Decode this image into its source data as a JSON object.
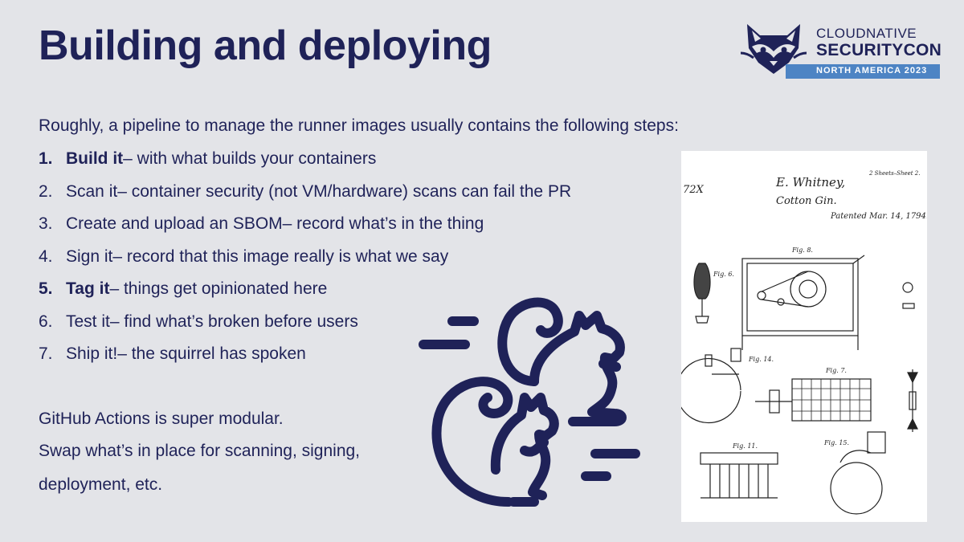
{
  "slide": {
    "title": "Building and deploying",
    "intro": "Roughly, a pipeline to manage the runner images usually contains the following steps:",
    "steps": [
      {
        "num": "1.",
        "name": "Build it",
        "rest": " – with what builds your containers"
      },
      {
        "num": "2.",
        "name": "Scan it",
        "rest": " – container security (not VM/hardware) scans can fail the PR"
      },
      {
        "num": "3.",
        "name": "Create and upload an SBOM",
        "rest": " – record what’s in the thing"
      },
      {
        "num": "4.",
        "name": "Sign it",
        "rest": " – record that this image really is what we say"
      },
      {
        "num": "5.",
        "name": "Tag it",
        "rest": " – things get opinionated here"
      },
      {
        "num": "6.",
        "name": "Test it",
        "rest": " – find what’s broken before users"
      },
      {
        "num": "7.",
        "name": "Ship it!",
        "rest": " – the squirrel has spoken"
      }
    ],
    "notes": [
      "GitHub Actions is super modular.",
      "Swap what’s in place for scanning, signing,",
      "deployment, etc."
    ]
  },
  "logo": {
    "line1": "CLOUDNATIVE",
    "line2": "SECURITYCON",
    "band": "NORTH AMERICA 2023"
  },
  "patent_image": {
    "name": "E. Whitney,",
    "invention": "Cotton Gin.",
    "patented": "Patented Mar. 14, 1794.",
    "sheet_note": "2 Sheets–Sheet 2.",
    "margin_mark": "72X",
    "fig_labels": [
      "Fig. 8.",
      "Fig. 6.",
      "Fig. 14.",
      "Fig. 7.",
      "Fig. 11.",
      "Fig. 15."
    ]
  },
  "colors": {
    "background": "#e3e4e8",
    "navy": "#1f2258",
    "accent_blue": "#4d84c4"
  },
  "icons": {
    "illustration": "two-squirrels-illustration",
    "mascot": "raccoon-mascot"
  }
}
